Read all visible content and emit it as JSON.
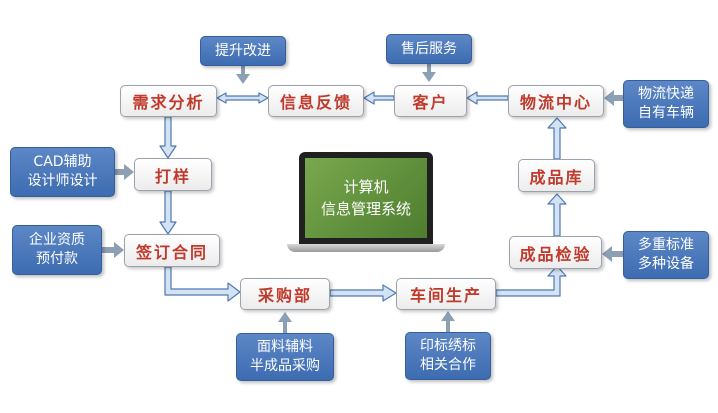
{
  "colors": {
    "accent_text": "#c0392b",
    "note_fill": "#4a76b8",
    "flow_arrow": "#d4e3f3",
    "note_arrow": "#8c9fb5",
    "screen_green": "#5e8f3a"
  },
  "center": {
    "line1": "计算机",
    "line2": "信息管理系统"
  },
  "nodes": {
    "demand": "需求分析",
    "feedback": "信息反馈",
    "customer": "客户",
    "logistics": "物流中心",
    "sample": "打样",
    "contract": "签订合同",
    "warehouse": "成品库",
    "inspection": "成品检验",
    "purchase": "采购部",
    "production": "车间生产"
  },
  "notes": {
    "improve": [
      "提升改进"
    ],
    "aftersales": [
      "售后服务"
    ],
    "logistics": [
      "物流快递",
      "自有车辆"
    ],
    "cad": [
      "CAD辅助",
      "设计师设计"
    ],
    "deposit": [
      "企业资质",
      "预付款"
    ],
    "equipment": [
      "多重标准",
      "多种设备"
    ],
    "materials": [
      "面料辅料",
      "半成品采购"
    ],
    "printing": [
      "印标绣标",
      "相关合作"
    ]
  }
}
